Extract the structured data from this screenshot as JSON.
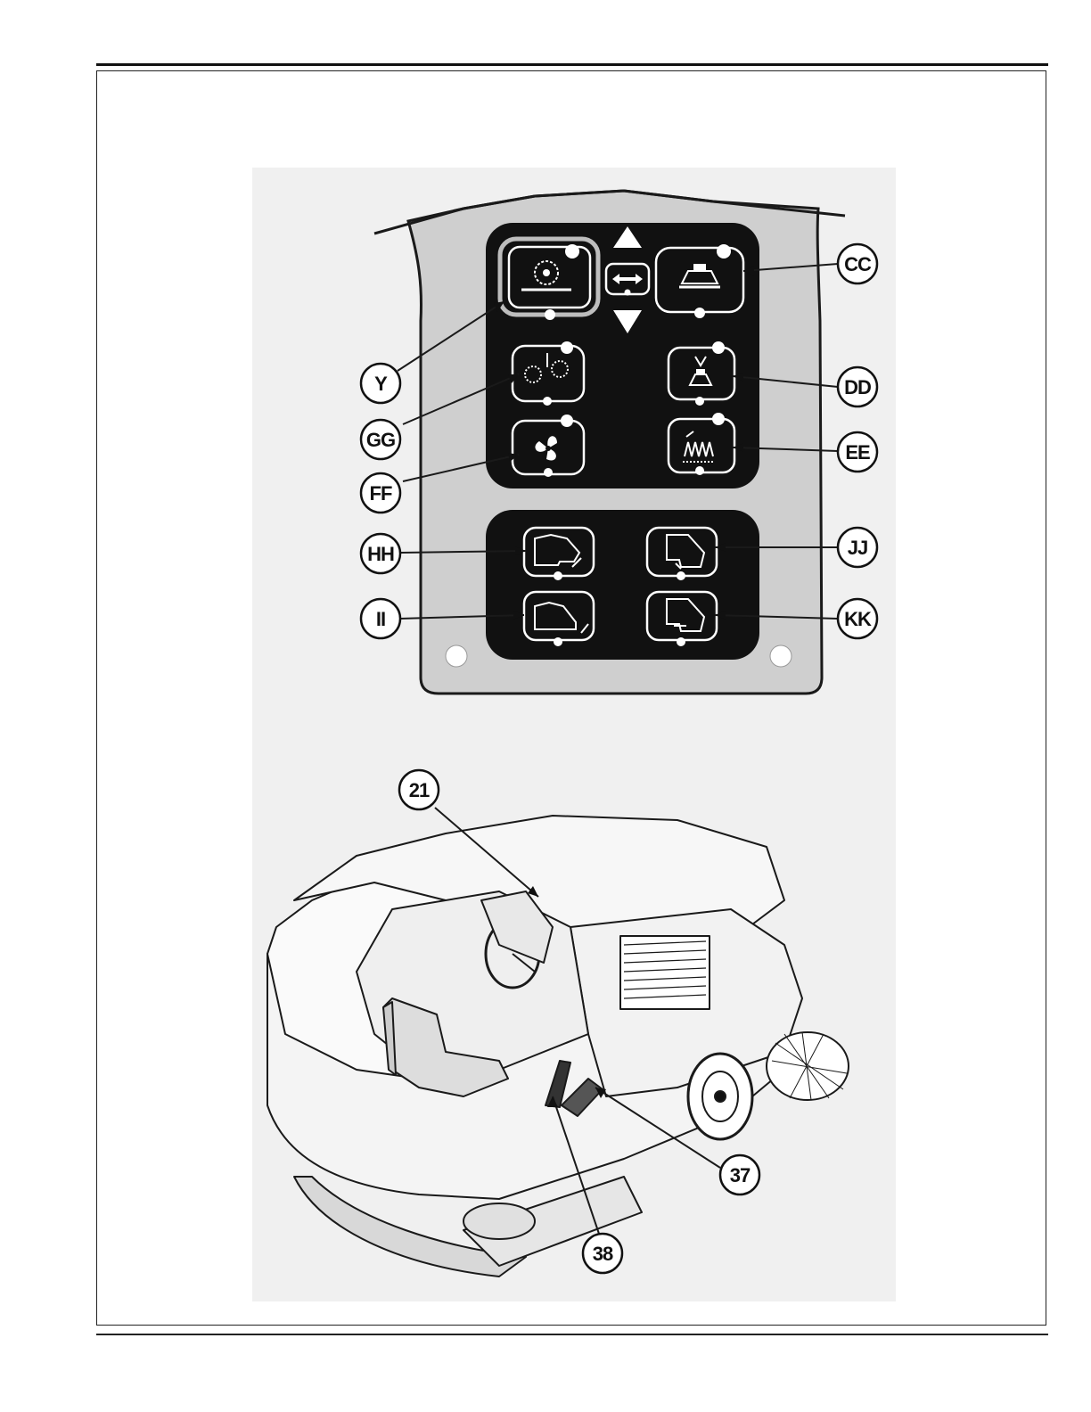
{
  "control_panel": {
    "callouts": {
      "y": "Y",
      "gg": "GG",
      "ff": "FF",
      "cc": "CC",
      "dd": "DD",
      "ee": "EE",
      "hh": "HH",
      "ii": "II",
      "jj": "JJ",
      "kk": "KK"
    }
  },
  "machine": {
    "callouts": {
      "c21": "21",
      "c37": "37",
      "c38": "38"
    }
  },
  "colors": {
    "panel_gray": "#cfcfcf",
    "keypad_black": "#111111",
    "line": "#1a1a1a"
  }
}
